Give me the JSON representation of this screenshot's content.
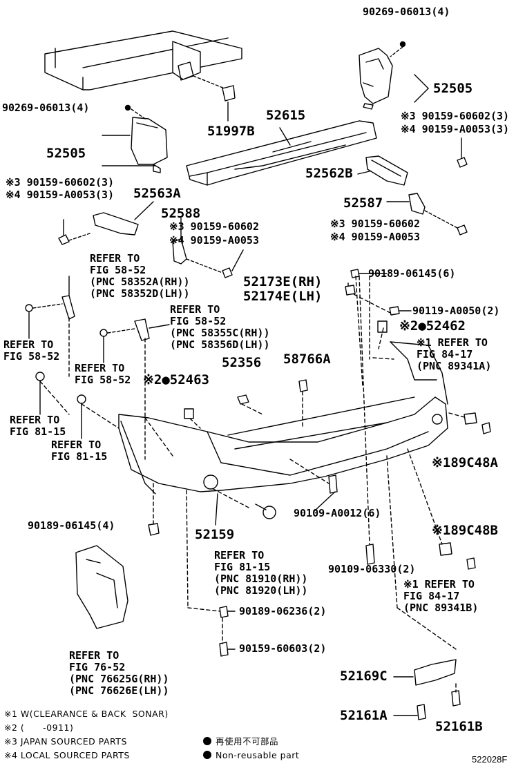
{
  "labels": {
    "p1": "90269-06013(4)",
    "p2": "52505",
    "p3": "90269-06013(4)",
    "p4": "51997B",
    "p5": "52615",
    "p6": "※3 90159-60602(3)",
    "p7": "※4 90159-A0053(3)",
    "p8": "52505",
    "p9": "52562B",
    "p10": "※3 90159-60602(3)",
    "p11": "※4 90159-A0053(3)",
    "p12": "52563A",
    "p13": "52587",
    "p14": "52588",
    "p15": "※3 90159-60602",
    "p16": "※4 90159-A0053",
    "p17": "※3 90159-60602",
    "p18": "※4 90159-A0053",
    "p19": "REFER TO\nFIG 58-52\n(PNC 58352A(RH))\n(PNC 58352D(LH))",
    "p20": "90189-06145(6)",
    "p21": "52173E(RH)\n52174E(LH)",
    "p22": "90119-A0050(2)",
    "p23": "REFER TO\nFIG 58-52\n(PNC 58355C(RH))\n(PNC 58356D(LH))",
    "p24": "※2●52462",
    "p25": "※1 REFER TO\nFIG 84-17\n(PNC 89341A)",
    "p26": "REFER TO\nFIG 58-52",
    "p27": "REFER TO\nFIG 58-52",
    "p28": "※2●52463",
    "p29": "52356",
    "p30": "58766A",
    "p31": "REFER TO\nFIG 81-15",
    "p32": "REFER TO\nFIG 81-15",
    "p33": "※189C48A",
    "p34": "90189-06145(4)",
    "p35": "52159",
    "p36": "90109-A0012(6)",
    "p37": "REFER TO\nFIG 81-15\n(PNC 81910(RH))\n(PNC 81920(LH))",
    "p38": "※189C48B",
    "p39": "90109-06330(2)",
    "p40": "※1 REFER TO\nFIG 84-17\n(PNC 89341B)",
    "p41": "90189-06236(2)",
    "p42": "90159-60603(2)",
    "p43": "REFER TO\nFIG 76-52\n(PNC 76625G(RH))\n(PNC 76626E(LH))",
    "p44": "52169C",
    "p45": "52161A",
    "p46": "52161B"
  },
  "legend": {
    "n1": "※1 W(CLEARANCE & BACK  SONAR)",
    "n2": "※2 (      -0911)",
    "n3": "※3 JAPAN SOURCED PARTS",
    "n4": "※4 LOCAL SOURCED PARTS",
    "reuse_jp": "再使用不可部品",
    "reuse_en": "Non-reusable part"
  },
  "figure_code": "522028F"
}
